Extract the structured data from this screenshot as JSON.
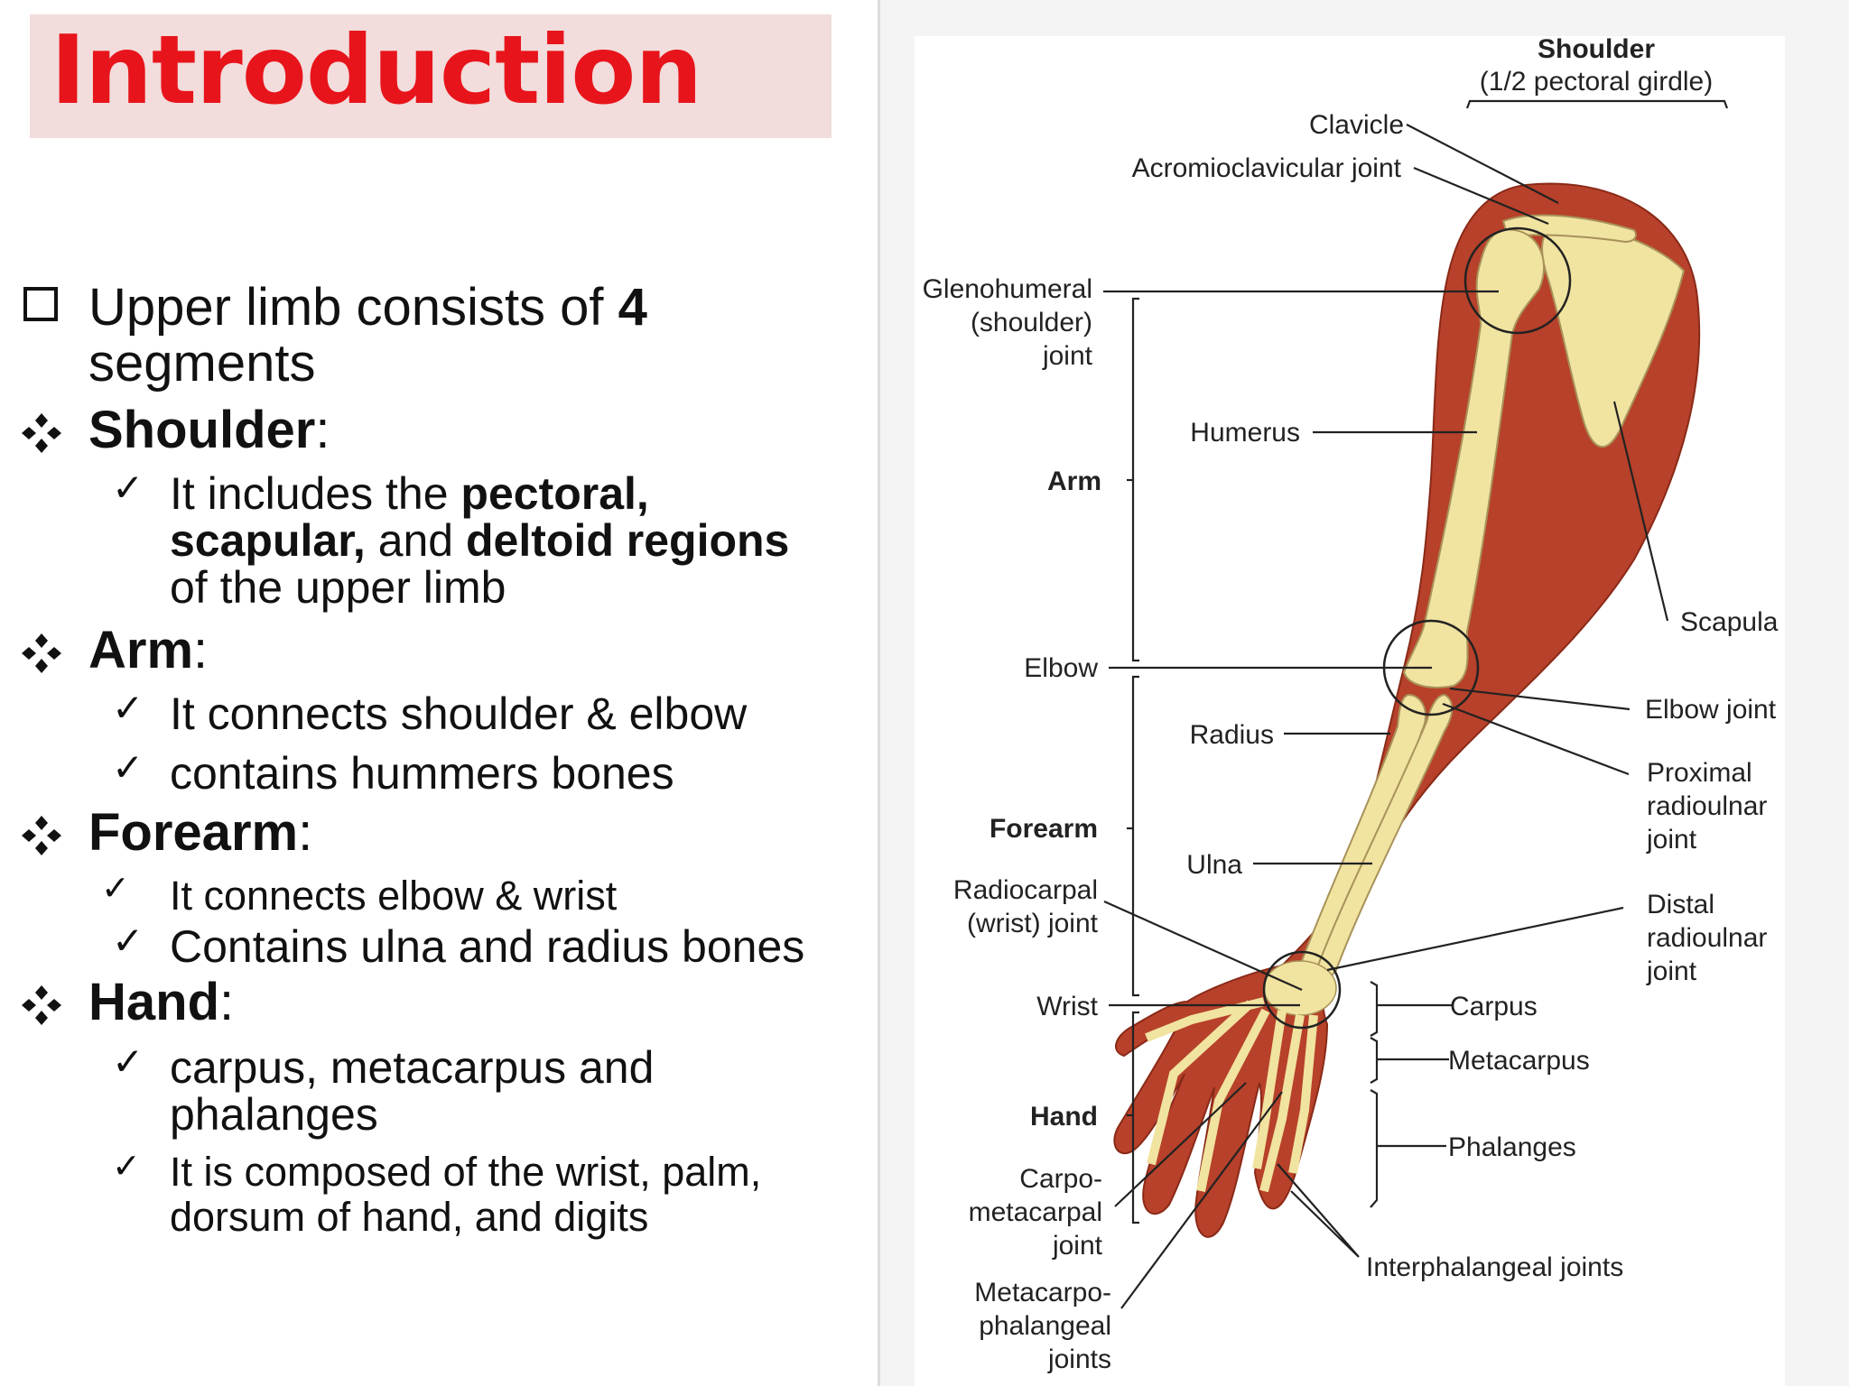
{
  "title": "Introduction",
  "bullets": {
    "intro_a": "Upper limb consists of ",
    "intro_num": "4",
    "intro_b": "segments",
    "shoulder": {
      "heading": "Shoulder",
      "colon": ":",
      "l1_a": "It includes the ",
      "l1_b": "pectoral,",
      "l2_a": "scapular,",
      "l2_b": " and ",
      "l2_c": "deltoid regions",
      "l3": "of the upper  limb"
    },
    "arm": {
      "heading": "Arm",
      "colon": ":",
      "item1": "It connects shoulder & elbow",
      "item2": " contains hummers bones"
    },
    "forearm": {
      "heading": "Forearm",
      "colon": ":",
      "item1": "  It connects elbow & wrist",
      "item2": "Contains ulna and radius  bones"
    },
    "hand": {
      "heading": "Hand",
      "colon": ":",
      "item1_a": "carpus, metacarpus and",
      "item1_b": "phalanges",
      "item2_a": "It is composed of the wrist, palm,",
      "item2_b": "dorsum of hand, and digits"
    }
  },
  "figure_labels": {
    "shoulder": "Shoulder",
    "girdle": "(1/2 pectoral girdle)",
    "clavicle": "Clavicle",
    "acromioclavicular": "Acromioclavicular joint",
    "glenohumeral_1": "Glenohumeral",
    "glenohumeral_2": "(shoulder)",
    "glenohumeral_3": "joint",
    "humerus": "Humerus",
    "arm": "Arm",
    "scapula": "Scapula",
    "elbow": "Elbow",
    "elbow_joint": "Elbow joint",
    "radius": "Radius",
    "proximal_1": "Proximal",
    "proximal_2": "radioulnar",
    "proximal_3": "joint",
    "forearm": "Forearm",
    "ulna": "Ulna",
    "radiocarpal_1": "Radiocarpal",
    "radiocarpal_2": "(wrist) joint",
    "distal_1": "Distal",
    "distal_2": "radioulnar",
    "distal_3": "joint",
    "wrist": "Wrist",
    "carpus": "Carpus",
    "metacarpus": "Metacarpus",
    "hand": "Hand",
    "phalanges": "Phalanges",
    "carpometacarpal_1": "Carpo-",
    "carpometacarpal_2": "metacarpal",
    "carpometacarpal_3": "joint",
    "interphalangeal": "Interphalangeal joints",
    "metacarpophalangeal_1": "Metacarpo-",
    "metacarpophalangeal_2": "phalangeal",
    "metacarpophalangeal_3": "joints"
  },
  "icons": {
    "square_bullet": "square-outline-icon",
    "diamond_bullet": "four-diamond-icon",
    "check": "checkmark-icon"
  },
  "colors": {
    "title_red": "#e8141b",
    "title_bg": "#f2dcdc",
    "skin": "#b7412a",
    "bone": "#f1e3a0"
  }
}
